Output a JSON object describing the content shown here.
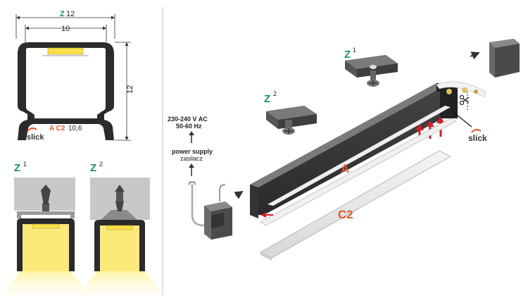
{
  "colors": {
    "profile_dark": "#2b2b2b",
    "profile_mid": "#555555",
    "led_yellow": "#f7e04a",
    "light_cream": "#fbf2b8",
    "accent_green": "#1f8a6a",
    "accent_orange": "#e4572e",
    "arrow_red": "#d0202a",
    "wall_gray": "#c8c8c8",
    "dim_line": "#333333"
  },
  "cross_section": {
    "top_label_letter": "Z",
    "top_label_value": "12",
    "inner_width": "10",
    "height": "12",
    "bottom_label_letters": "A C2",
    "bottom_label_value": "10,6",
    "brand": "slick"
  },
  "variants": {
    "z1": {
      "letter": "Z",
      "index": "1"
    },
    "z2": {
      "letter": "Z",
      "index": "2"
    }
  },
  "assembly": {
    "z1": {
      "letter": "Z",
      "index": "1"
    },
    "z2": {
      "letter": "Z",
      "index": "2"
    },
    "power_line1": "230-240 V AC",
    "power_line2": "50-60 Hz",
    "power_label": "power supply",
    "power_label_pl": "zasilacz",
    "label_a": "A",
    "label_c2": "C2",
    "brand": "slick"
  }
}
